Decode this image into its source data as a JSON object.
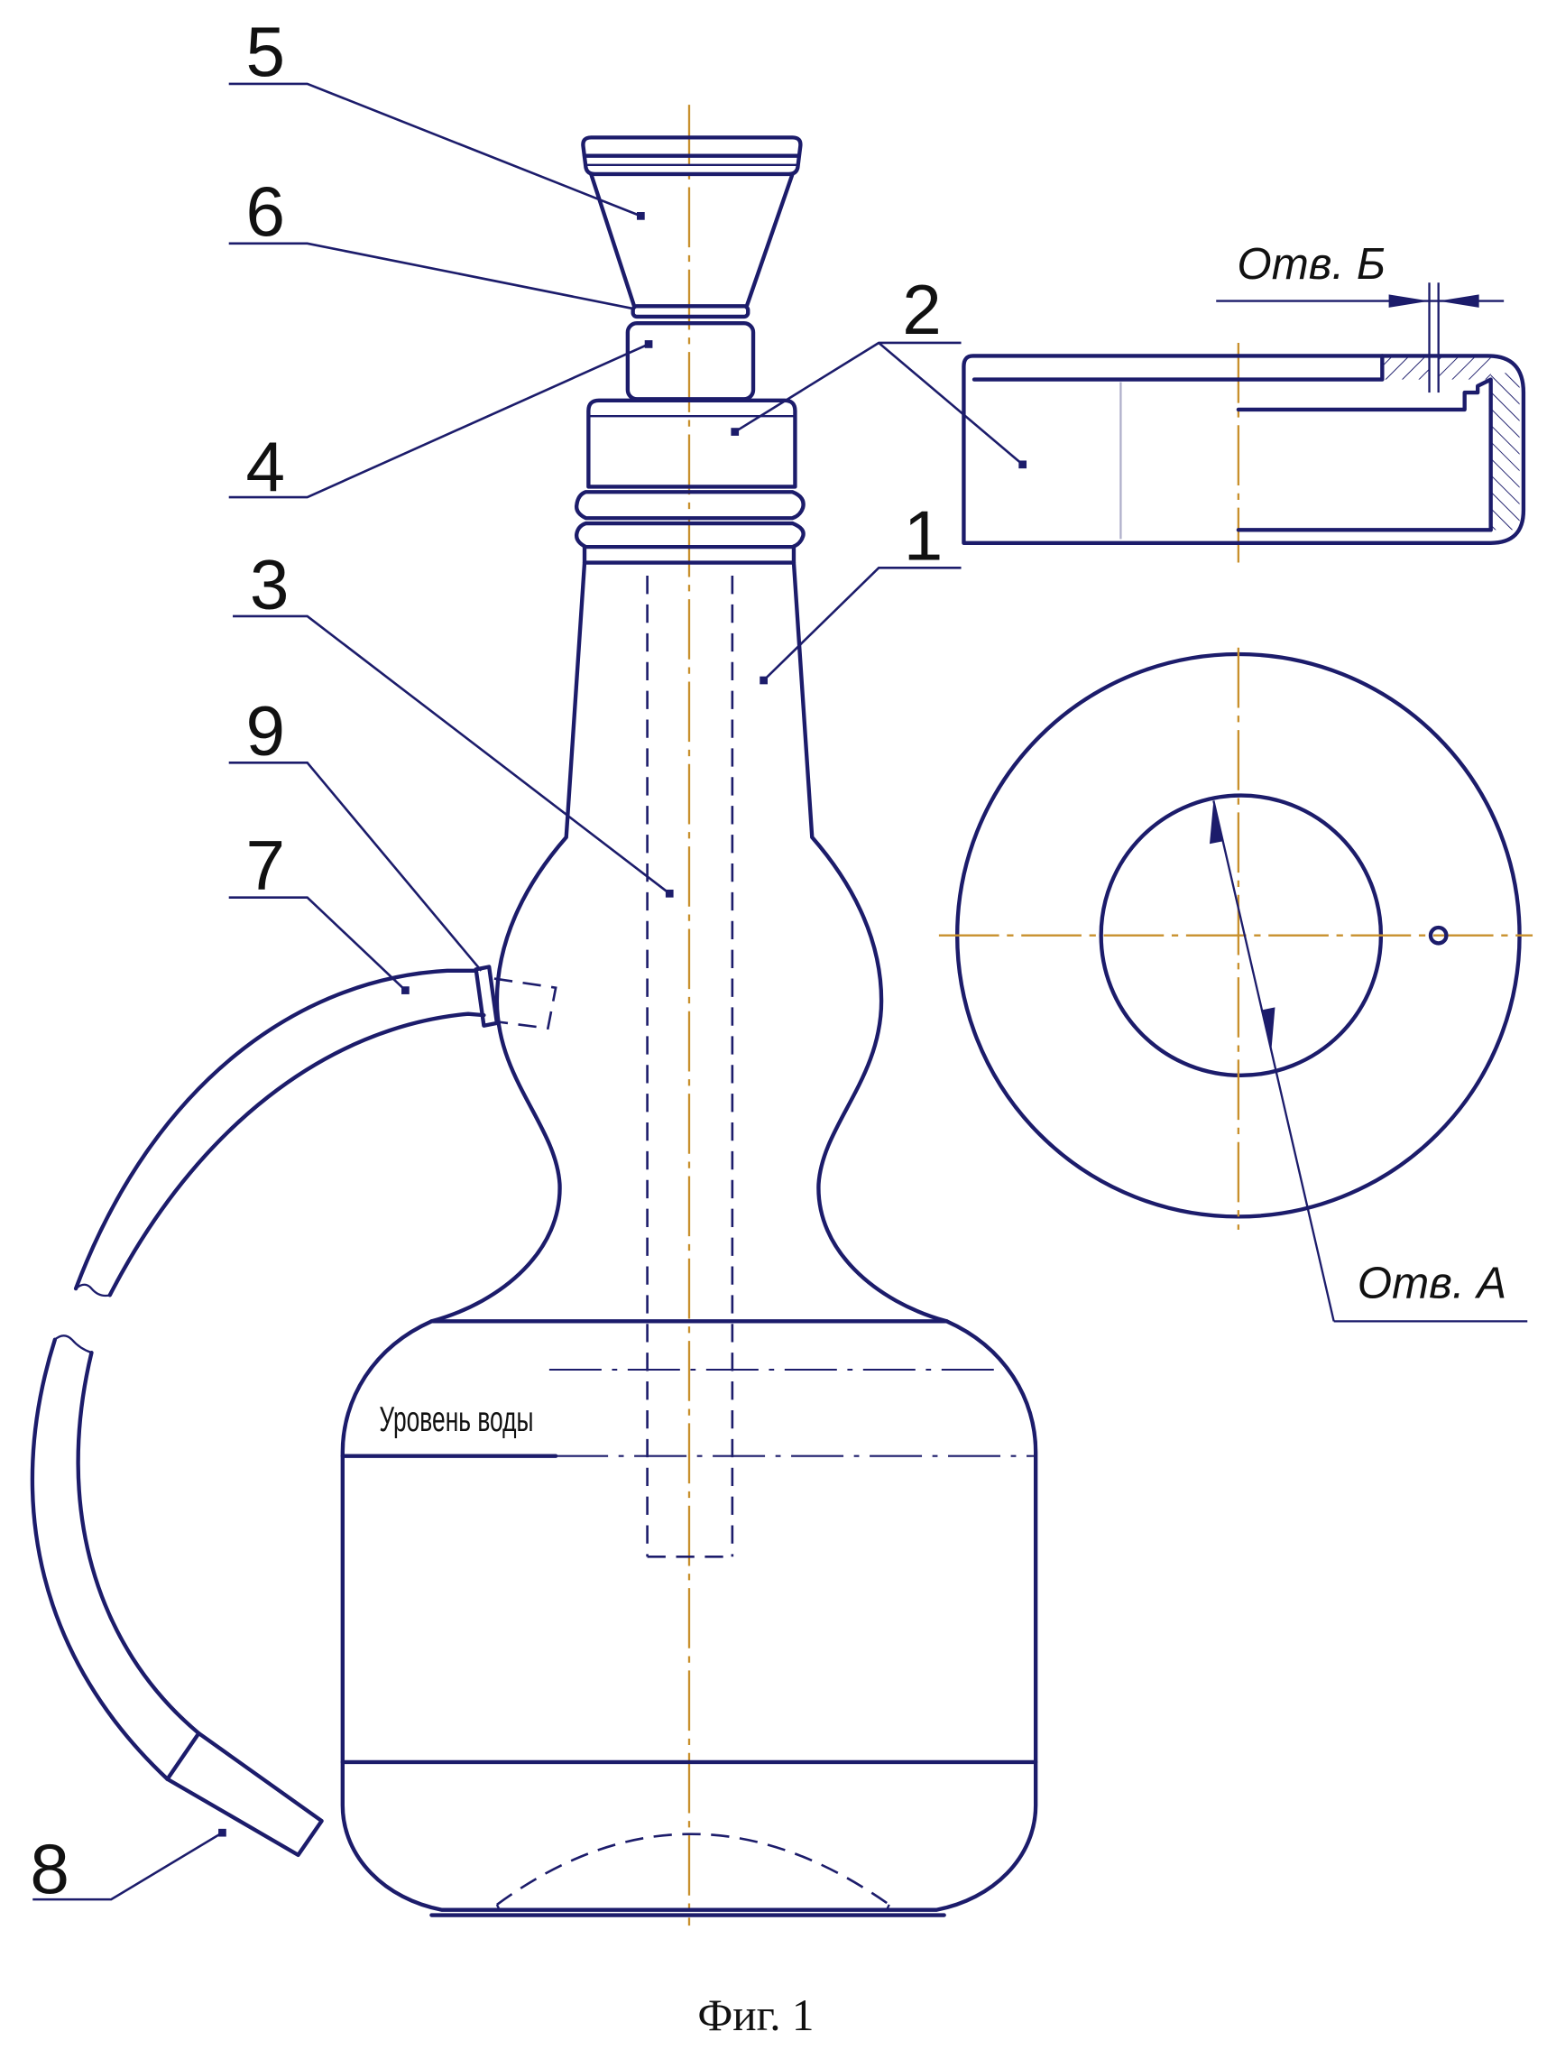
{
  "parts": {
    "p1": "1",
    "p2": "2",
    "p3": "3",
    "p4": "4",
    "p5": "5",
    "p6": "6",
    "p7": "7",
    "p8": "8",
    "p9": "9"
  },
  "cap_section": {
    "hole_label": "Отв. Б"
  },
  "top_view": {
    "hole_label": "Отв. А"
  },
  "water_level_label": "Уровень воды",
  "caption": "Фиг. 1",
  "colors": {
    "line": "#1c1c6b",
    "center_line": "#c8902c",
    "background": "#ffffff"
  }
}
